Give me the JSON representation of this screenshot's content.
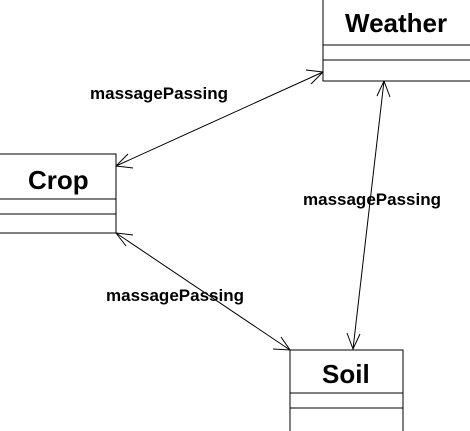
{
  "diagram": {
    "classes": {
      "weather": {
        "name": "Weather"
      },
      "crop": {
        "name": "Crop"
      },
      "soil": {
        "name": "Soil"
      }
    },
    "associations": {
      "crop_weather": {
        "label": "massagePassing"
      },
      "weather_soil": {
        "label": "massagePassing"
      },
      "crop_soil": {
        "label": "massagePassing"
      }
    }
  }
}
